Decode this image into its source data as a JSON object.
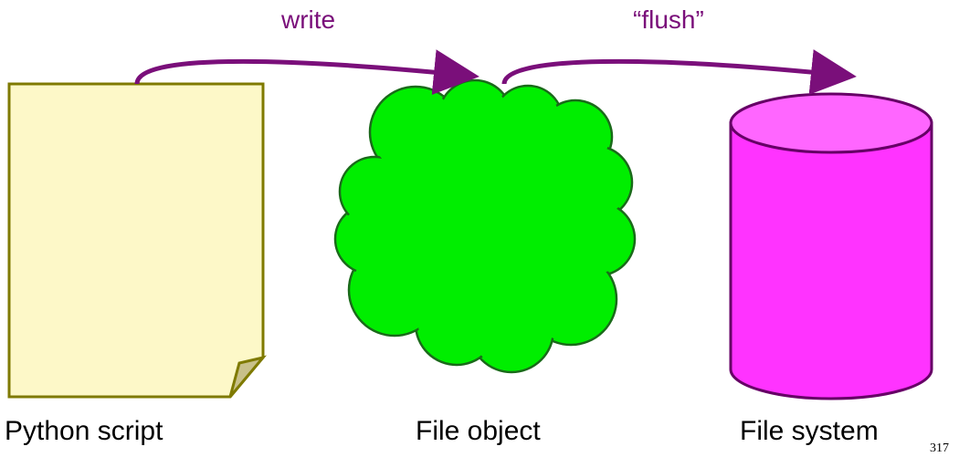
{
  "arrows": {
    "write_label": "write",
    "flush_label": "“flush”",
    "color": "#7a0f7a"
  },
  "nodes": {
    "script": {
      "label": "Python script",
      "fill": "#fdf8c8",
      "stroke": "#7f7a00"
    },
    "file_object": {
      "label": "File object",
      "fill": "#00ee00",
      "stroke": "#1a6a1a"
    },
    "file_system": {
      "label": "File system",
      "fill": "#ff33ff",
      "top_fill": "#ff66ff",
      "stroke": "#660066"
    }
  },
  "page_number": "317"
}
